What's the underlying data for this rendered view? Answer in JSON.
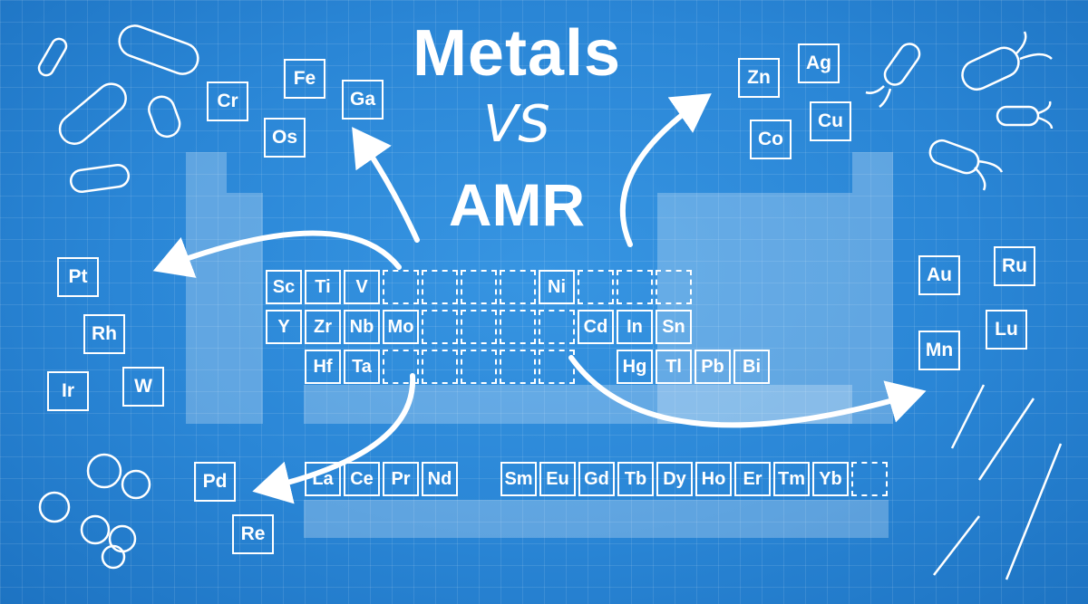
{
  "title": {
    "line1": "Metals",
    "line2": "VS",
    "line3": "AMR"
  },
  "table": {
    "row4": [
      "Sc",
      "Ti",
      "V",
      "",
      "",
      "",
      "",
      "Ni",
      "",
      "",
      ""
    ],
    "row5": [
      "Y",
      "Zr",
      "Nb",
      "Mo",
      "",
      "",
      "",
      "",
      "Cd",
      "In",
      "Sn"
    ],
    "row6": [
      "Hf",
      "Ta",
      "",
      "",
      "",
      "",
      "",
      "Hg",
      "Tl",
      "Pb",
      "Bi"
    ],
    "lanthanides_left": [
      "La",
      "Ce",
      "Pr",
      "Nd"
    ],
    "lanthanides_right": [
      "Sm",
      "Eu",
      "Gd",
      "Tb",
      "Dy",
      "Ho",
      "Er",
      "Tm",
      "Yb",
      ""
    ]
  },
  "floating": {
    "top_left": [
      "Fe",
      "Cr",
      "Ga",
      "Os"
    ],
    "top_right": [
      "Zn",
      "Ag",
      "Cu",
      "Co"
    ],
    "left": [
      "Pt",
      "Rh",
      "Ir",
      "W"
    ],
    "right": [
      "Au",
      "Ru",
      "Lu",
      "Mn"
    ],
    "bottom_left": [
      "Pd",
      "Re"
    ]
  },
  "colors": {
    "background": "#2a86d6",
    "line": "#ffffff"
  },
  "icons": [
    "bacteria-rod-icon",
    "bacteria-flagellated-icon",
    "bacteria-coccus-icon",
    "bacteria-chain-icon",
    "arrow-icon"
  ]
}
